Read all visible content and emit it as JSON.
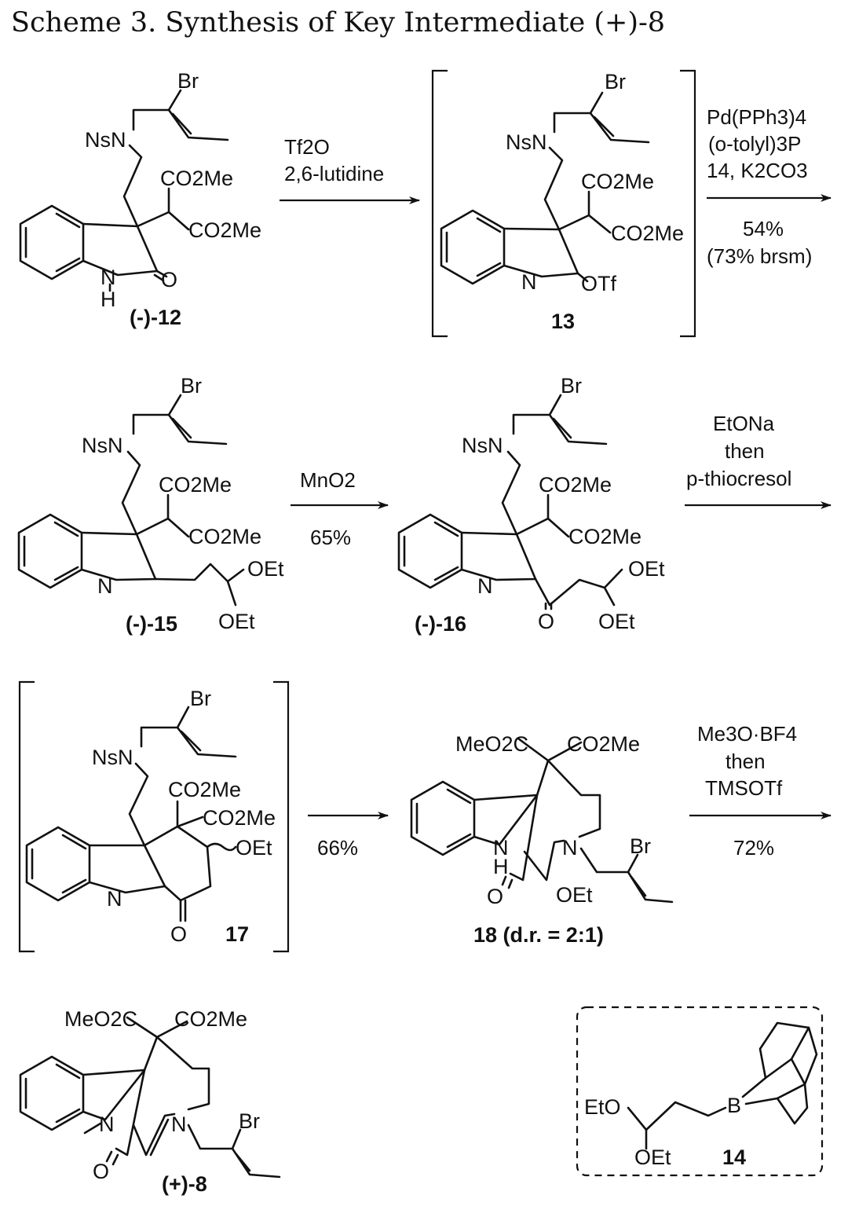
{
  "title": "Scheme 3. Synthesis of Key Intermediate (+)-8",
  "atoms": {
    "br": "Br",
    "nsn": "NsN",
    "co2me": "CO2Me",
    "meo2c": "MeO2C",
    "n": "N",
    "h": "H",
    "o": "O",
    "otf": "OTf",
    "oet": "OEt",
    "eto": "EtO",
    "b": "B"
  },
  "compounds": {
    "c12": "(-)-12",
    "c13": "13",
    "c15": "(-)-15",
    "c16": "(-)-16",
    "c17": "17",
    "c18": "18 (d.r. = 2:1)",
    "c8": "(+)-8",
    "c14": "14"
  },
  "steps": {
    "s1": [
      "Tf2O",
      "2,6-lutidine"
    ],
    "s2": [
      "Pd(PPh3)4",
      "(o-tolyl)3P",
      "14, K2CO3",
      "54%",
      "(73% brsm)"
    ],
    "s3": [
      "MnO2",
      "65%"
    ],
    "s4": [
      "EtONa",
      "then",
      "p-thiocresol"
    ],
    "s5": [
      "66%"
    ],
    "s6": [
      "Me3O·BF4",
      "then",
      "TMSOTf",
      "72%"
    ]
  }
}
